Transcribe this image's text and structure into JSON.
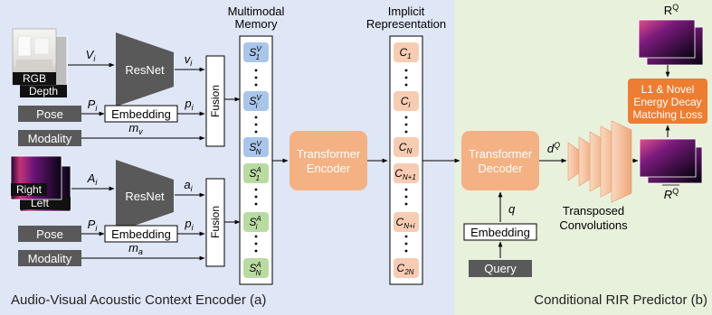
{
  "panels": {
    "left_title": "Audio-Visual Acoustic Context Encoder (a)",
    "right_title": "Conditional RIR Predictor (b)"
  },
  "headers": {
    "memory_line1": "Multimodal",
    "memory_line2": "Memory",
    "implicit_line1": "Implicit",
    "implicit_line2": "Representation"
  },
  "visual_branch": {
    "image_label_front": "RGB",
    "image_label_back": "Depth",
    "input_sym": "V",
    "input_sub": "i",
    "encoder": "ResNet",
    "feature_sym": "v",
    "feature_sub": "i",
    "pose_label": "Pose",
    "pose_sym": "P",
    "pose_sub": "i",
    "embedding_label": "Embedding",
    "pose_feat_sym": "p",
    "pose_feat_sub": "i",
    "modality_label": "Modality",
    "modality_sym": "m",
    "modality_sub": "v",
    "fusion_label": "Fusion"
  },
  "audio_branch": {
    "image_label_front": "Right",
    "image_label_back": "Left",
    "input_sym": "A",
    "input_sub": "i",
    "encoder": "ResNet",
    "feature_sym": "a",
    "feature_sub": "i",
    "pose_label": "Pose",
    "pose_sym": "P",
    "pose_sub": "i",
    "embedding_label": "Embedding",
    "pose_feat_sym": "p",
    "pose_feat_sub": "i",
    "modality_label": "Modality",
    "modality_sym": "m",
    "modality_sub": "a",
    "fusion_label": "Fusion"
  },
  "memory_cells": [
    {
      "sym": "S",
      "sup": "V",
      "sub": "1",
      "kind": "visual"
    },
    {
      "sym": "S",
      "sup": "V",
      "sub": "i",
      "kind": "visual"
    },
    {
      "sym": "S",
      "sup": "V",
      "sub": "N",
      "kind": "visual"
    },
    {
      "sym": "S",
      "sup": "A",
      "sub": "1",
      "kind": "audio"
    },
    {
      "sym": "S",
      "sup": "A",
      "sub": "i",
      "kind": "audio"
    },
    {
      "sym": "S",
      "sup": "A",
      "sub": "N",
      "kind": "audio"
    }
  ],
  "implicit_cells": [
    {
      "sym": "C",
      "sub": "1"
    },
    {
      "sym": "C",
      "sub": "i"
    },
    {
      "sym": "C",
      "sub": "N"
    },
    {
      "sym": "C",
      "sub": "N+1"
    },
    {
      "sym": "C",
      "sub": "N+i"
    },
    {
      "sym": "C",
      "sub": "2N"
    }
  ],
  "transformer_encoder": {
    "line1": "Transformer",
    "line2": "Encoder"
  },
  "transformer_decoder": {
    "line1": "Transformer",
    "line2": "Decoder"
  },
  "decoder_out_sym": "d",
  "decoder_out_sup": "Q",
  "query_sym": "q",
  "query_embedding": "Embedding",
  "query_label": "Query",
  "transposed": {
    "line1": "Transposed",
    "line2": "Convolutions"
  },
  "loss": {
    "line1": "L1 & Novel",
    "line2": "Energy Decay",
    "line3": "Matching Loss"
  },
  "gt_label": {
    "sym": "R",
    "sup": "Q"
  },
  "pred_label": {
    "sym": "R",
    "sup": "Q"
  },
  "colors": {
    "left_panel": "#dfe6f5",
    "right_panel": "#e8f1dc",
    "visual_cell": "#a9c6ea",
    "audio_cell": "#b9dba2",
    "implicit_cell": "#f7ccb3",
    "transformer": "#f4b183",
    "loss": "#ed7d31",
    "resnet": "#595959",
    "query": "#595959"
  }
}
